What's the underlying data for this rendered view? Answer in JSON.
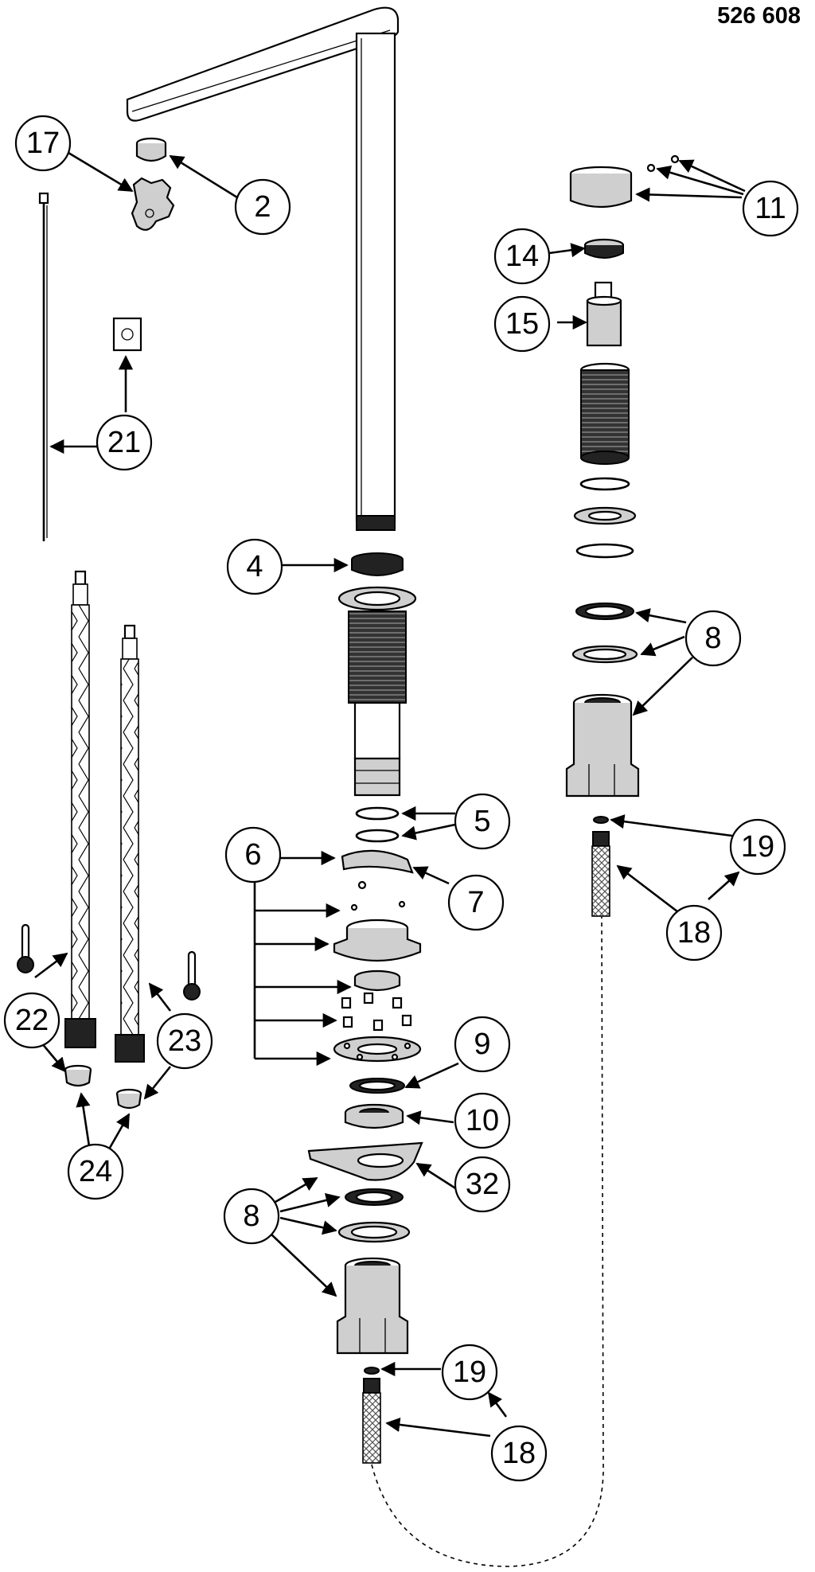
{
  "document_number": "526 608",
  "callouts": {
    "c17": "17",
    "c2": "2",
    "c11": "11",
    "c14": "14",
    "c15": "15",
    "c21": "21",
    "c4": "4",
    "c8_right": "8",
    "c5": "5",
    "c6": "6",
    "c7": "7",
    "c19_right": "19",
    "c18_right": "18",
    "c22": "22",
    "c23": "23",
    "c9": "9",
    "c10": "10",
    "c24": "24",
    "c32": "32",
    "c8_left": "8",
    "c19_bottom": "19",
    "c18_bottom": "18"
  }
}
